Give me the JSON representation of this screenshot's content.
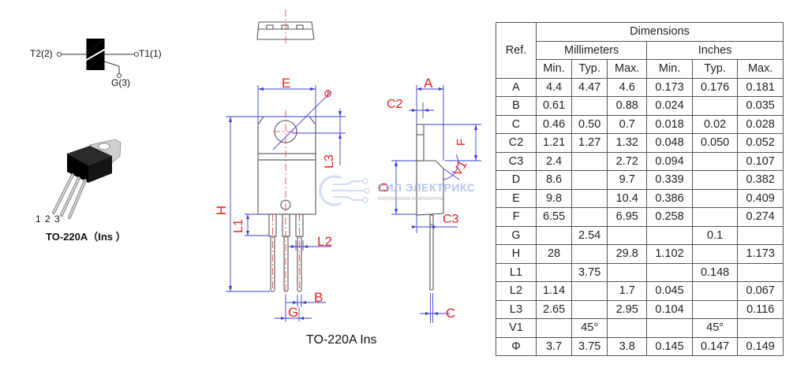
{
  "symbol": {
    "terminal_left": "T2(2)",
    "terminal_right": "T1(1)",
    "terminal_gate": "G(3)"
  },
  "package_photo": {
    "pin_numbers": "1 2 3",
    "caption": "TO-220A（Ins ）"
  },
  "drawing": {
    "caption": "TO-220A Ins",
    "labels": {
      "E": "E",
      "phi": "⌀",
      "L3": "L3",
      "H": "H",
      "L1": "L1",
      "L2": "L2",
      "B": "B",
      "G": "G",
      "A": "A",
      "C2": "C2",
      "F": "F",
      "V1": "V1",
      "D": "D",
      "C3": "C3",
      "C": "C"
    },
    "watermark": {
      "title": "СИЛ ЭЛЕКТРИКС",
      "subtitle": "электронные компоненты"
    }
  },
  "table": {
    "ref_header": "Ref.",
    "group_header": "Dimensions",
    "unit_headers": [
      "Millimeters",
      "Inches"
    ],
    "sub_headers": [
      "Min.",
      "Typ.",
      "Max.",
      "Min.",
      "Typ.",
      "Max."
    ],
    "rows": [
      {
        "ref": "A",
        "mm_min": "4.4",
        "mm_typ": "4.47",
        "mm_max": "4.6",
        "in_min": "0.173",
        "in_typ": "0.176",
        "in_max": "0.181"
      },
      {
        "ref": "B",
        "mm_min": "0.61",
        "mm_typ": "",
        "mm_max": "0.88",
        "in_min": "0.024",
        "in_typ": "",
        "in_max": "0.035"
      },
      {
        "ref": "C",
        "mm_min": "0.46",
        "mm_typ": "0.50",
        "mm_max": "0.7",
        "in_min": "0.018",
        "in_typ": "0.02",
        "in_max": "0.028"
      },
      {
        "ref": "C2",
        "mm_min": "1.21",
        "mm_typ": "1.27",
        "mm_max": "1.32",
        "in_min": "0.048",
        "in_typ": "0.050",
        "in_max": "0.052"
      },
      {
        "ref": "C3",
        "mm_min": "2.4",
        "mm_typ": "",
        "mm_max": "2.72",
        "in_min": "0.094",
        "in_typ": "",
        "in_max": "0.107"
      },
      {
        "ref": "D",
        "mm_min": "8.6",
        "mm_typ": "",
        "mm_max": "9.7",
        "in_min": "0.339",
        "in_typ": "",
        "in_max": "0.382"
      },
      {
        "ref": "E",
        "mm_min": "9.8",
        "mm_typ": "",
        "mm_max": "10.4",
        "in_min": "0.386",
        "in_typ": "",
        "in_max": "0.409"
      },
      {
        "ref": "F",
        "mm_min": "6.55",
        "mm_typ": "",
        "mm_max": "6.95",
        "in_min": "0.258",
        "in_typ": "",
        "in_max": "0.274"
      },
      {
        "ref": "G",
        "mm_min": "",
        "mm_typ": "2.54",
        "mm_max": "",
        "in_min": "",
        "in_typ": "0.1",
        "in_max": ""
      },
      {
        "ref": "H",
        "mm_min": "28",
        "mm_typ": "",
        "mm_max": "29.8",
        "in_min": "1.102",
        "in_typ": "",
        "in_max": "1.173"
      },
      {
        "ref": "L1",
        "mm_min": "",
        "mm_typ": "3.75",
        "mm_max": "",
        "in_min": "",
        "in_typ": "0.148",
        "in_max": ""
      },
      {
        "ref": "L2",
        "mm_min": "1.14",
        "mm_typ": "",
        "mm_max": "1.7",
        "in_min": "0.045",
        "in_typ": "",
        "in_max": "0.067"
      },
      {
        "ref": "L3",
        "mm_min": "2.65",
        "mm_typ": "",
        "mm_max": "2.95",
        "in_min": "0.104",
        "in_typ": "",
        "in_max": "0.116"
      },
      {
        "ref": "V1",
        "mm_min": "",
        "mm_typ": "45°",
        "mm_max": "",
        "in_min": "",
        "in_typ": "45°",
        "in_max": ""
      },
      {
        "ref": "Φ",
        "mm_min": "3.7",
        "mm_typ": "3.75",
        "mm_max": "3.8",
        "in_min": "0.145",
        "in_typ": "0.147",
        "in_max": "0.149"
      }
    ]
  }
}
